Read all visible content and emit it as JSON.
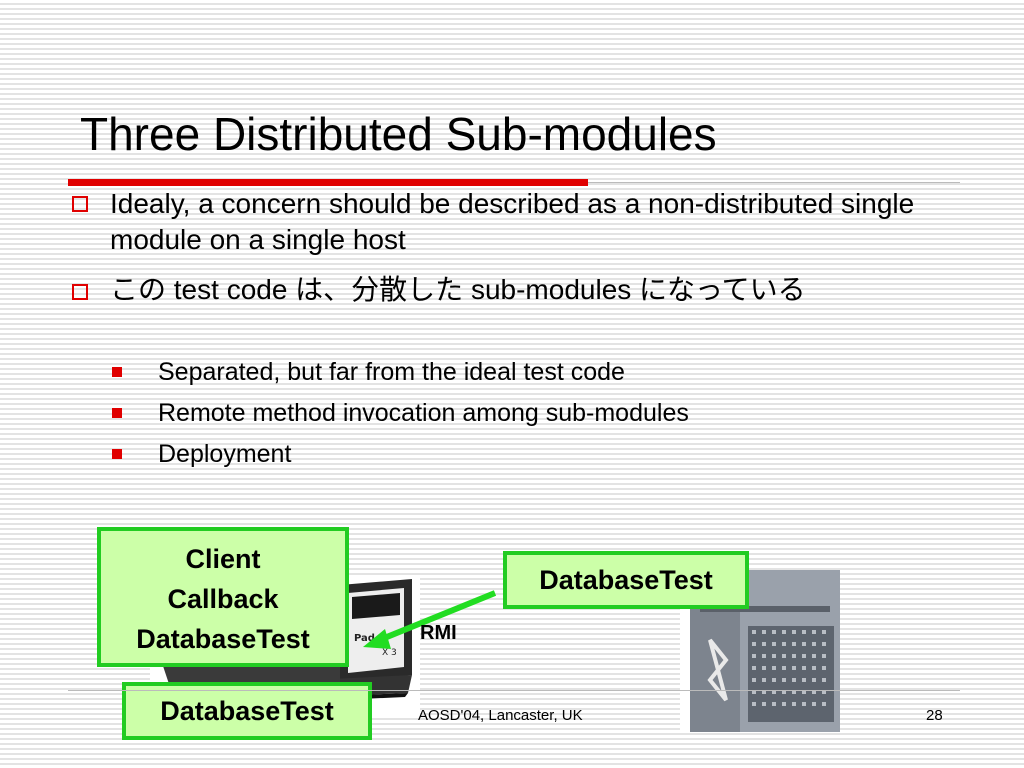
{
  "slide": {
    "title": "Three Distributed Sub-modules",
    "bullets": [
      "Idealy, a concern should be described as a non-distributed single module on a single host",
      "この test code は、分散した sub-modules になっている"
    ],
    "sub_bullets": [
      "Separated, but far from the ideal test code",
      "Remote method invocation among sub-modules",
      "Deployment"
    ],
    "diagram": {
      "client_box": [
        "Client",
        "Callback",
        "DatabaseTest"
      ],
      "server_box": "DatabaseTest",
      "bottom_box": "DatabaseTest",
      "arrow_label": "RMI",
      "laptop_screen_text": "Pad",
      "laptop_sub_text": "X 3"
    },
    "footer": {
      "center": "AOSD'04, Lancaster, UK",
      "page_number": "28"
    }
  }
}
